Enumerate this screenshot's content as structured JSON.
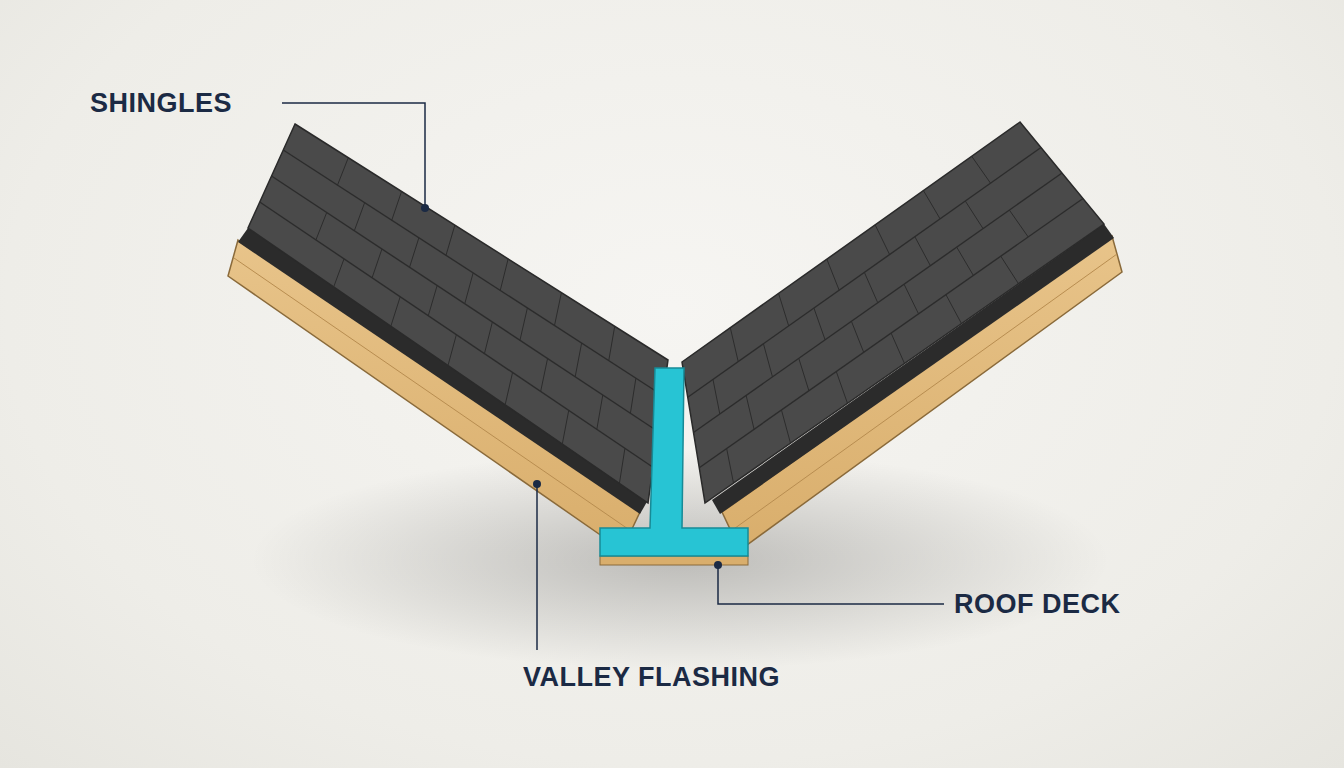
{
  "diagram": {
    "labels": [
      "SHINGLES",
      "ROOF DECK",
      "VALLEY FLASHING"
    ]
  }
}
